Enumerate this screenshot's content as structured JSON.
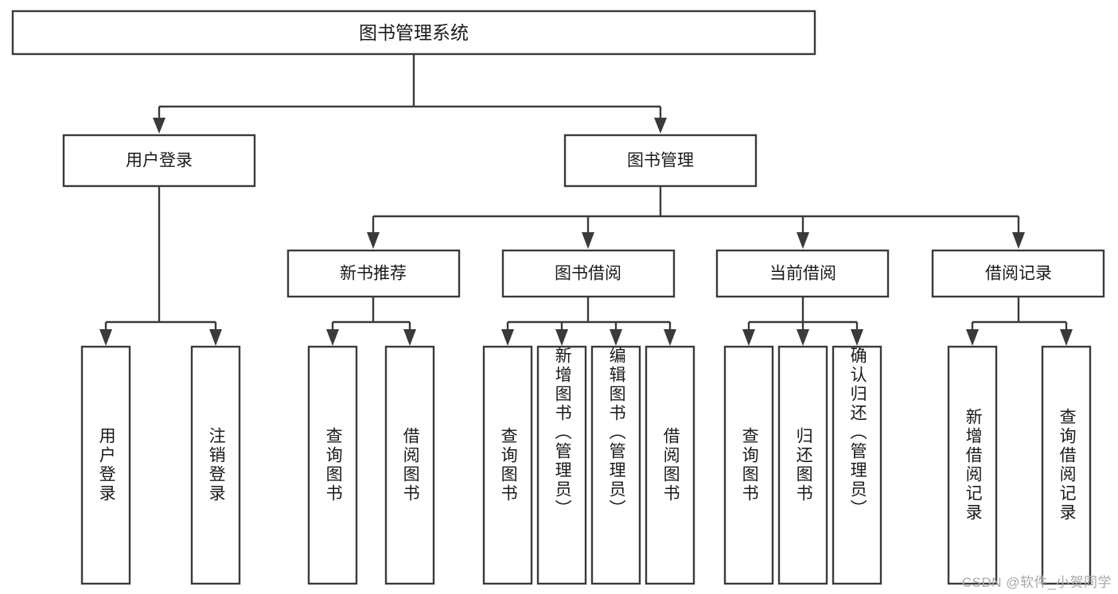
{
  "diagram": {
    "type": "tree-hierarchy",
    "title": "图书管理系统",
    "watermark": "CSDN @软件_小贺同学",
    "colors": {
      "box_stroke": "#3a3a3a",
      "box_fill": "#ffffff",
      "text": "#1a1a1a",
      "background": "#ffffff",
      "watermark": "#a8a8a8"
    },
    "levels": {
      "root": {
        "label": "图书管理系统"
      },
      "level1": [
        {
          "id": "user-login",
          "label": "用户登录"
        },
        {
          "id": "book-manage",
          "label": "图书管理"
        }
      ],
      "level2": [
        {
          "id": "new-book-recommend",
          "label": "新书推荐",
          "parent": "book-manage"
        },
        {
          "id": "book-borrow",
          "label": "图书借阅",
          "parent": "book-manage"
        },
        {
          "id": "current-borrow",
          "label": "当前借阅",
          "parent": "book-manage"
        },
        {
          "id": "borrow-record",
          "label": "借阅记录",
          "parent": "book-manage"
        }
      ],
      "leaves": [
        {
          "id": "leaf-user-login",
          "label": "用户登录",
          "parent": "user-login"
        },
        {
          "id": "leaf-logout",
          "label": "注销登录",
          "parent": "user-login"
        },
        {
          "id": "leaf-query-book-1",
          "label": "查询图书",
          "parent": "new-book-recommend"
        },
        {
          "id": "leaf-borrow-book-1",
          "label": "借阅图书",
          "parent": "new-book-recommend"
        },
        {
          "id": "leaf-query-book-2",
          "label": "查询图书",
          "parent": "book-borrow"
        },
        {
          "id": "leaf-add-book",
          "label": "新增图书（管理员）",
          "parent": "book-borrow"
        },
        {
          "id": "leaf-edit-book",
          "label": "编辑图书（管理员）",
          "parent": "book-borrow"
        },
        {
          "id": "leaf-borrow-book-2",
          "label": "借阅图书",
          "parent": "book-borrow"
        },
        {
          "id": "leaf-query-book-3",
          "label": "查询图书",
          "parent": "current-borrow"
        },
        {
          "id": "leaf-return-book",
          "label": "归还图书",
          "parent": "current-borrow"
        },
        {
          "id": "leaf-confirm-return",
          "label": "确认归还（管理员）",
          "parent": "current-borrow"
        },
        {
          "id": "leaf-add-record",
          "label": "新增借阅记录",
          "parent": "borrow-record"
        },
        {
          "id": "leaf-query-record",
          "label": "查询借阅记录",
          "parent": "borrow-record"
        }
      ]
    }
  }
}
